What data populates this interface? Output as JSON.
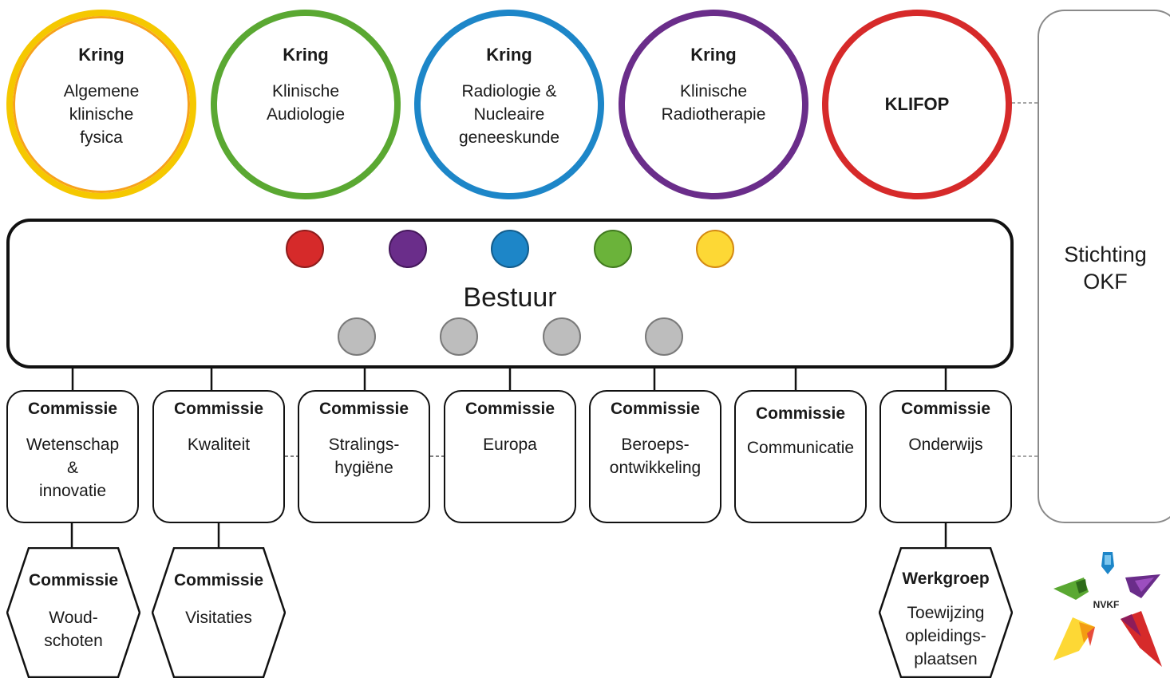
{
  "kringen": [
    {
      "title": "Kring",
      "name_lines": [
        "Algemene",
        "klinische",
        "fysica"
      ],
      "color": "#f5c800",
      "inner": "#f7a21b"
    },
    {
      "title": "Kring",
      "name_lines": [
        "Klinische",
        "Audiologie"
      ],
      "color": "#5aa832",
      "inner": "#5aa832"
    },
    {
      "title": "Kring",
      "name_lines": [
        "Radiologie &",
        "Nucleaire",
        "geneeskunde"
      ],
      "color": "#1d86c8",
      "inner": "#1d86c8"
    },
    {
      "title": "Kring",
      "name_lines": [
        "Klinische",
        "Radiotherapie"
      ],
      "color": "#6a2d8a",
      "inner": "#6a2d8a"
    },
    {
      "title": "KLIFOP",
      "name_lines": [],
      "color": "#d62a2a",
      "inner": "#d62a2a"
    }
  ],
  "bestuur": {
    "label": "Bestuur",
    "colored_dots": [
      "#d62a2a",
      "#6a2d8a",
      "#1d86c8",
      "#6bb33a",
      "#fdd835"
    ],
    "grey_dots": [
      "#bdbdbd",
      "#bdbdbd",
      "#bdbdbd",
      "#bdbdbd"
    ]
  },
  "stichting": {
    "label_lines": [
      "Stichting",
      "OKF"
    ]
  },
  "commissies": [
    {
      "title": "Commissie",
      "name_lines": [
        "Wetenschap",
        "&",
        "innovatie"
      ]
    },
    {
      "title": "Commissie",
      "name_lines": [
        "Kwaliteit"
      ]
    },
    {
      "title": "Commissie",
      "name_lines": [
        "Stralings-",
        "hygiëne"
      ]
    },
    {
      "title": "Commissie",
      "name_lines": [
        "Europa"
      ]
    },
    {
      "title": "Commissie",
      "name_lines": [
        "Beroeps-",
        "ontwikkeling"
      ]
    },
    {
      "title": "Commissie",
      "name_lines": [
        "Communicatie"
      ]
    },
    {
      "title": "Commissie",
      "name_lines": [
        "Onderwijs"
      ]
    }
  ],
  "sub_groups": [
    {
      "title": "Commissie",
      "name_lines": [
        "Woud-",
        "schoten"
      ]
    },
    {
      "title": "Commissie",
      "name_lines": [
        "Visitaties"
      ]
    },
    {
      "title": "Werkgroep",
      "name_lines": [
        "Toewijzing",
        "opleidings-",
        "plaatsen"
      ]
    }
  ],
  "logo": {
    "text": "NVKF"
  }
}
